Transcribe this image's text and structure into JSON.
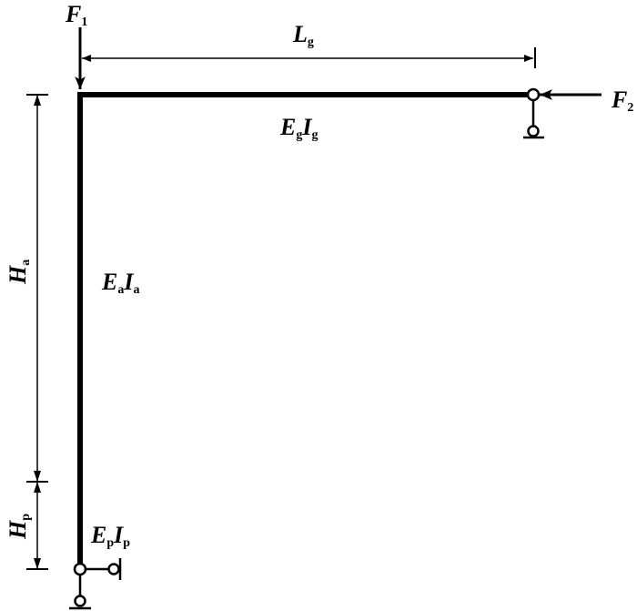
{
  "labels": {
    "F1": {
      "main": "F",
      "sub": "1"
    },
    "F2": {
      "main": "F",
      "sub": "2"
    },
    "Lg": {
      "main": "L",
      "sub": "g"
    },
    "Ha": {
      "main": "H",
      "sub": "a"
    },
    "Hp": {
      "main": "H",
      "sub": "p"
    },
    "EgIg": {
      "E": "E",
      "Esub": "g",
      "I": "I",
      "Isub": "g"
    },
    "EaIa": {
      "E": "E",
      "Esub": "a",
      "I": "I",
      "Isub": "a"
    },
    "EpIp": {
      "E": "E",
      "Esub": "p",
      "I": "I",
      "Isub": "p"
    }
  },
  "colors": {
    "stroke": "#000000",
    "background": "#ffffff"
  }
}
